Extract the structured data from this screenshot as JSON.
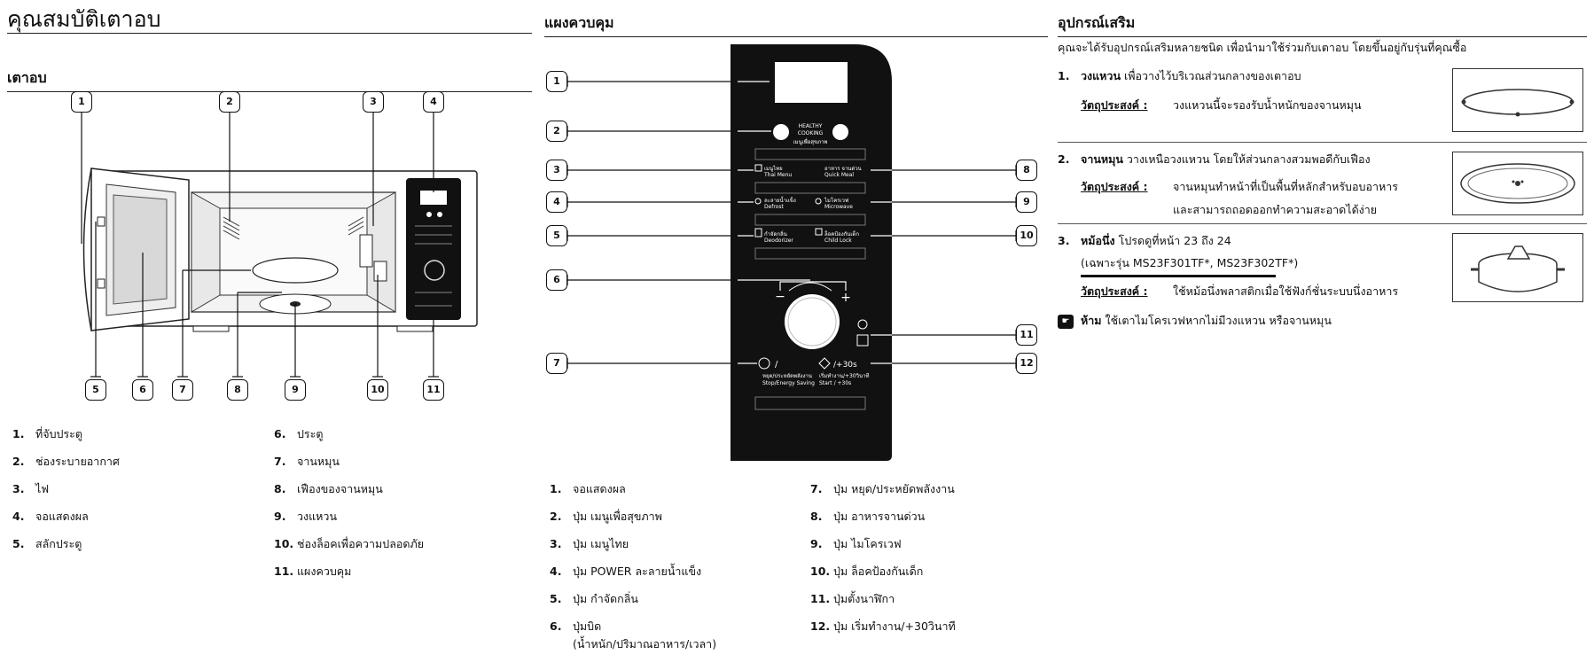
{
  "page": {
    "main_title": "คุณสมบัติเตาอบ",
    "oven_section_title": "เตาอบ",
    "control_section_title": "แผงควบคุม",
    "accessories_section_title": "อุปกรณ์เสริม"
  },
  "oven_legend": [
    {
      "num": "1.",
      "label": "ที่จับประตู"
    },
    {
      "num": "2.",
      "label": "ช่องระบายอากาศ"
    },
    {
      "num": "3.",
      "label": "ไฟ"
    },
    {
      "num": "4.",
      "label": "จอแสดงผล"
    },
    {
      "num": "5.",
      "label": "สลักประตู"
    },
    {
      "num": "6.",
      "label": "ประตู"
    },
    {
      "num": "7.",
      "label": "จานหมุน"
    },
    {
      "num": "8.",
      "label": "เฟืองของจานหมุน"
    },
    {
      "num": "9.",
      "label": "วงแหวน"
    },
    {
      "num": "10.",
      "label": "ช่องล็อคเพื่อความปลอดภัย"
    },
    {
      "num": "11.",
      "label": "แผงควบคุม"
    }
  ],
  "oven_callouts": [
    "1",
    "2",
    "3",
    "4",
    "5",
    "6",
    "7",
    "8",
    "9",
    "10",
    "11"
  ],
  "control_callouts": [
    "1",
    "2",
    "3",
    "4",
    "5",
    "6",
    "7",
    "8",
    "9",
    "10",
    "11",
    "12"
  ],
  "panel_text": {
    "healthy": "HEALTHY",
    "cooking": "COOKING",
    "healthy_th": "เมนูเพื่อสุขภาพ",
    "thai_th": "เมนูไทย",
    "thai_en": "Thai Menu",
    "quick_th": "อาหาร จานด่วน",
    "quick_en": "Quick Meal",
    "defrost_th": "ละลายน้ำแข็ง",
    "defrost_en": "Defrost",
    "micro_th": "ไมโครเวฟ",
    "micro_en": "Microwave",
    "deodor_th": "กำจัดกลิ่น",
    "deodor_en": "Deodorizer",
    "lock_th": "ล็อคป้องกันเด็ก",
    "lock_en": "Child Lock",
    "minus": "−",
    "plus": "+",
    "stop_th": "หยุด/ประหยัดพลังงาน",
    "stop_en": "Stop/Energy Saving",
    "start_th": "เริ่มทำงาน/+30วินาที",
    "start_en": "Start / +30s",
    "start_sym": "/+30s"
  },
  "control_legend": [
    {
      "num": "1.",
      "label": "จอแสดงผล"
    },
    {
      "num": "2.",
      "label": "ปุ่ม เมนูเพื่อสุขภาพ"
    },
    {
      "num": "3.",
      "label": "ปุ่ม เมนูไทย"
    },
    {
      "num": "4.",
      "label": "ปุ่ม POWER ละลายน้ำแข็ง"
    },
    {
      "num": "5.",
      "label": "ปุ่ม กำจัดกลิ่น"
    },
    {
      "num": "6.",
      "label": "ปุ่มบิด",
      "label2": "(น้ำหนัก/ปริมาณอาหาร/เวลา)"
    },
    {
      "num": "7.",
      "label": "ปุ่ม หยุด/ประหยัดพลังงาน"
    },
    {
      "num": "8.",
      "label": "ปุ่ม อาหารจานด่วน"
    },
    {
      "num": "9.",
      "label": "ปุ่ม ไมโครเวฟ"
    },
    {
      "num": "10.",
      "label": "ปุ่ม ล็อคป้องกันเด็ก"
    },
    {
      "num": "11.",
      "label": "ปุ่มตั้งนาฬิกา"
    },
    {
      "num": "12.",
      "label": "ปุ่ม เริ่มทำงาน/+30วินาที"
    }
  ],
  "accessories": {
    "intro": "คุณจะได้รับอุปกรณ์เสริมหลายชนิด เพื่อนำมาใช้ร่วมกับเตาอบ โดยขึ้นอยู่กับรุ่นที่คุณซื้อ",
    "purpose_label": "วัตถุประสงค์ :",
    "items": [
      {
        "num": "1.",
        "name": "วงแหวน",
        "desc": "เพื่อวางไว้บริเวณส่วนกลางของเตาอบ",
        "purpose": "วงแหวนนี้จะรองรับน้ำหนักของจานหมุน"
      },
      {
        "num": "2.",
        "name": "จานหมุน",
        "desc": "วางเหนือวงแหวน โดยให้ส่วนกลางสวมพอดีกับเฟือง",
        "purpose": "จานหมุนทำหน้าที่เป็นพื้นที่หลักสำหรับอบอาหาร",
        "purpose2": "และสามารถถอดออกทำความสะอาดได้ง่าย"
      },
      {
        "num": "3.",
        "name": "หม้อนึ่ง",
        "desc": "โปรดดูที่หน้า 23 ถึง 24",
        "note": "(เฉพาะรุ่น MS23F301TF*, MS23F302TF*)",
        "purpose": "ใช้หม้อนึ่งพลาสติกเมื่อใช้ฟังก์ชั่นระบบนึ่งอาหาร"
      }
    ],
    "warning_bold": "ห้าม",
    "warning_text": "ใช้เตาไมโครเวฟหากไม่มีวงแหวน หรือจานหมุน"
  }
}
